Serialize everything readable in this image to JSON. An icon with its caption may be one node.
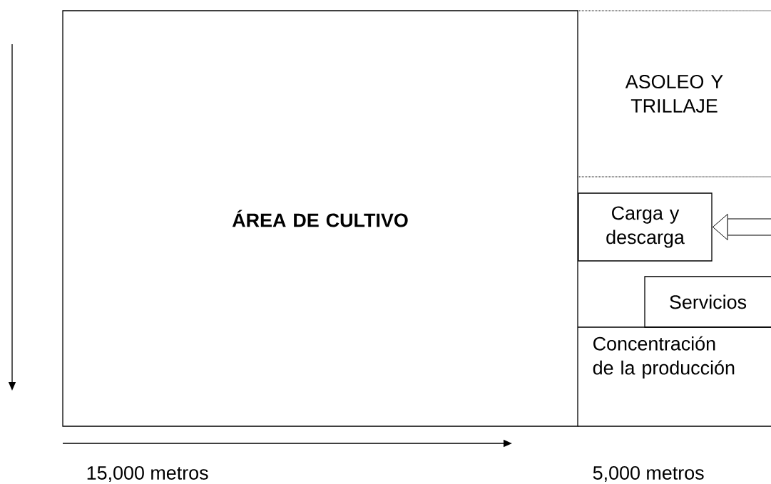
{
  "diagram": {
    "nodes": [
      {
        "text": [
          "ÁREA DE CULTIVO"
        ]
      },
      {
        "text": [
          "ASOLEO Y TRILLAJE"
        ]
      },
      {
        "text": [
          "Carga y descarga"
        ]
      },
      {
        "text": [
          "Servicios"
        ]
      },
      {
        "text": [
          "Concentración de la producción"
        ]
      }
    ],
    "edges": [
      {
        "from": null,
        "to": 2,
        "arrow": "to"
      }
    ],
    "labels": [
      "15,000 metros",
      "5,000 metros"
    ]
  }
}
